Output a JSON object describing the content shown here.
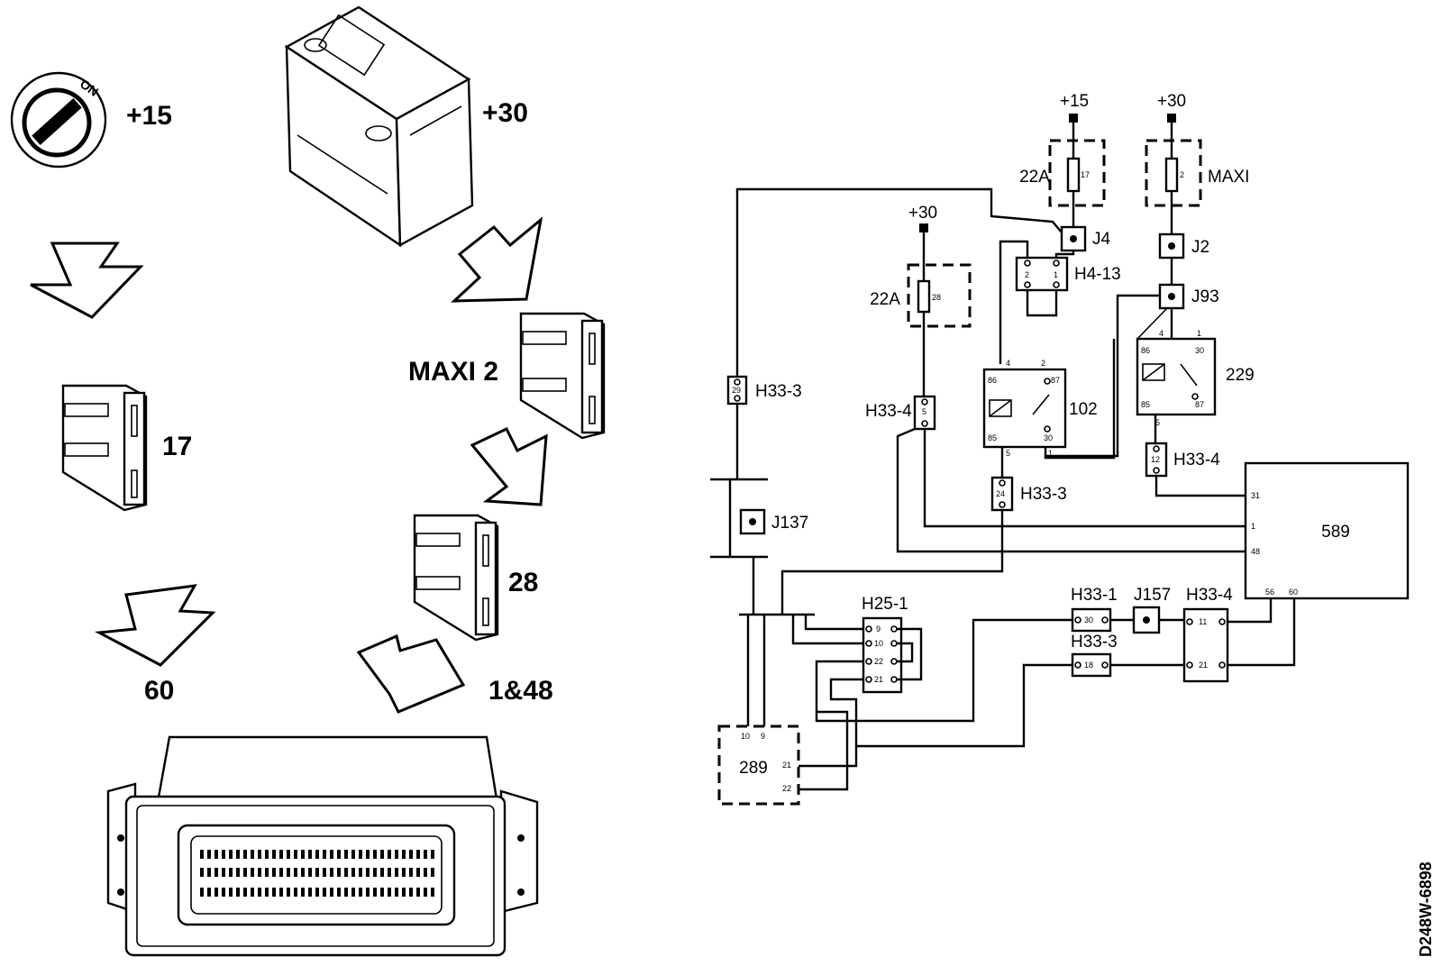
{
  "left": {
    "ignition_label": "+15",
    "ignition_key_text": "ON",
    "battery_label": "+30",
    "fuse_17_label": "17",
    "maxi_label": "MAXI 2",
    "fuse_28_label": "28",
    "pin_60_label": "60",
    "pins_1_48_label": "1&48"
  },
  "schematic": {
    "supply_15": "+15",
    "supply_30_top": "+30",
    "supply_30_mid": "+30",
    "fuse_22a_top": "22A",
    "fuse_22a_top_num": "17",
    "maxi": "MAXI",
    "maxi_num": "2",
    "fuse_22a_mid": "22A",
    "fuse_22a_mid_num": "28",
    "j4": "J4",
    "j2": "J2",
    "j93": "J93",
    "h4_13": "H4-13",
    "h4_13_p2": "2",
    "h4_13_p1": "1",
    "h33_3_a": "H33-3",
    "h33_3_a_pin": "29",
    "h33_4_a": "H33-4",
    "h33_4_a_pin": "5",
    "relay_102": "102",
    "relay_102_pins": [
      "4",
      "2",
      "86",
      "87",
      "85",
      "30",
      "5",
      "1"
    ],
    "relay_229": "229",
    "relay_229_pins": [
      "4",
      "1",
      "86",
      "30",
      "85",
      "87",
      "5"
    ],
    "h33_4_b": "H33-4",
    "h33_4_b_pin": "12",
    "h33_3_b": "H33-3",
    "h33_3_b_pin": "24",
    "j137": "J137",
    "ecu_589": "589",
    "ecu_589_pins": [
      "31",
      "1",
      "48",
      "56",
      "60"
    ],
    "h25_1": "H25-1",
    "h25_1_pins": [
      "9",
      "10",
      "22",
      "21"
    ],
    "h33_1": "H33-1",
    "h33_1_pin": "30",
    "j157": "J157",
    "h33_4_c": "H33-4",
    "h33_4_c_pins": [
      "11",
      "21"
    ],
    "h33_3_c": "H33-3",
    "h33_3_c_pin": "18",
    "module_289": "289",
    "module_289_pins": [
      "10",
      "9",
      "21",
      "22"
    ],
    "doc_code": "D248W-6898"
  }
}
